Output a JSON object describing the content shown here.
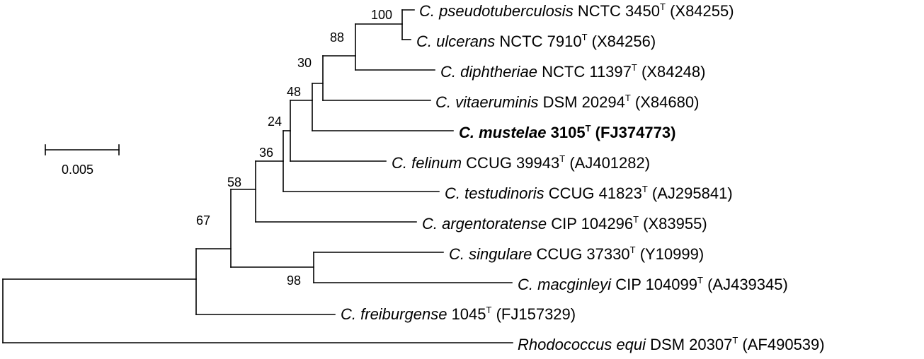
{
  "tree": {
    "taxa": [
      {
        "genus": "C.",
        "species": "pseudotuberculosis",
        "strain": "NCTC 3450",
        "mark": "T",
        "accession": "(X84255)"
      },
      {
        "genus": "C.",
        "species": "ulcerans",
        "strain": "NCTC 7910",
        "mark": "T",
        "accession": "(X84256)"
      },
      {
        "genus": "C.",
        "species": "diphtheriae",
        "strain": "NCTC 11397",
        "mark": "T",
        "accession": "(X84248)"
      },
      {
        "genus": "C.",
        "species": "vitaeruminis",
        "strain": "DSM 20294",
        "mark": "T",
        "accession": "(X84680)"
      },
      {
        "genus": "C.",
        "species": "mustelae",
        "strain": "3105",
        "mark": "T",
        "accession": "(FJ374773)",
        "emphasis": "bold"
      },
      {
        "genus": "C.",
        "species": "felinum",
        "strain": "CCUG 39943",
        "mark": "T",
        "accession": "(AJ401282)"
      },
      {
        "genus": "C.",
        "species": "testudinoris",
        "strain": "CCUG 41823",
        "mark": "T",
        "accession": "(AJ295841)"
      },
      {
        "genus": "C.",
        "species": "argentoratense",
        "strain": "CIP 104296",
        "mark": "T",
        "accession": "(X83955)"
      },
      {
        "genus": "C.",
        "species": "singulare",
        "strain": "CCUG 37330",
        "mark": "T",
        "accession": "(Y10999)"
      },
      {
        "genus": "C.",
        "species": "macginleyi",
        "strain": "CIP 104099",
        "mark": "T",
        "accession": "(AJ439345)"
      },
      {
        "genus": "C.",
        "species": "freiburgense",
        "strain": "1045",
        "mark": "T",
        "accession": "(FJ157329)"
      },
      {
        "genus": "Rhodococcus",
        "species": "equi",
        "strain": "DSM 20307",
        "mark": "T",
        "accession": "(AF490539)"
      }
    ],
    "bootstrap": [
      "100",
      "88",
      "30",
      "48",
      "24",
      "36",
      "58",
      "67",
      "98"
    ],
    "scale_bar": {
      "label": "0.005"
    }
  }
}
